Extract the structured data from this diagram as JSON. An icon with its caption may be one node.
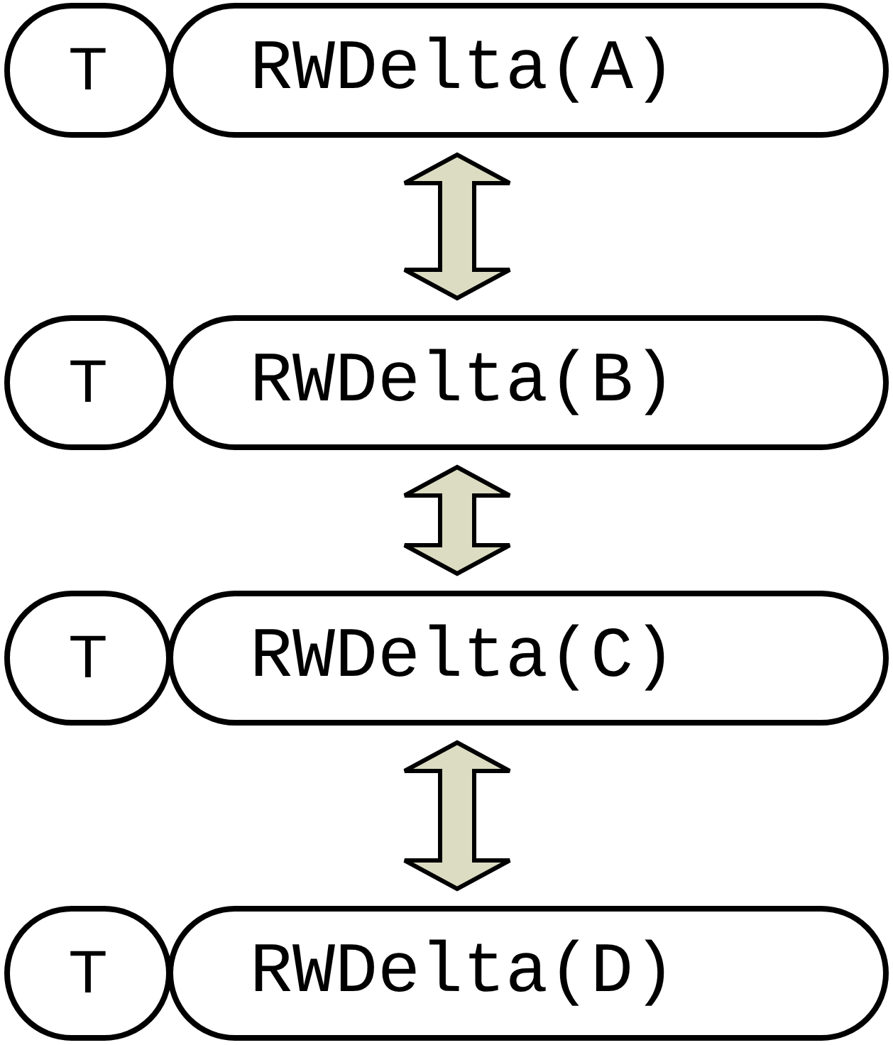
{
  "diagram": {
    "nodes": [
      {
        "text": [
          "T"
        ]
      },
      {
        "text": [
          "RWDelta(A)"
        ]
      },
      {
        "text": [
          "T"
        ]
      },
      {
        "text": [
          "RWDelta(B)"
        ]
      },
      {
        "text": [
          "T"
        ]
      },
      {
        "text": [
          "RWDelta(C)"
        ]
      },
      {
        "text": [
          "T"
        ]
      },
      {
        "text": [
          "RWDelta(D)"
        ]
      }
    ],
    "edges": [
      {
        "from": 1,
        "to": 3,
        "arrow": "both"
      },
      {
        "from": 3,
        "to": 5,
        "arrow": "both"
      },
      {
        "from": 5,
        "to": 7,
        "arrow": "both"
      }
    ]
  }
}
